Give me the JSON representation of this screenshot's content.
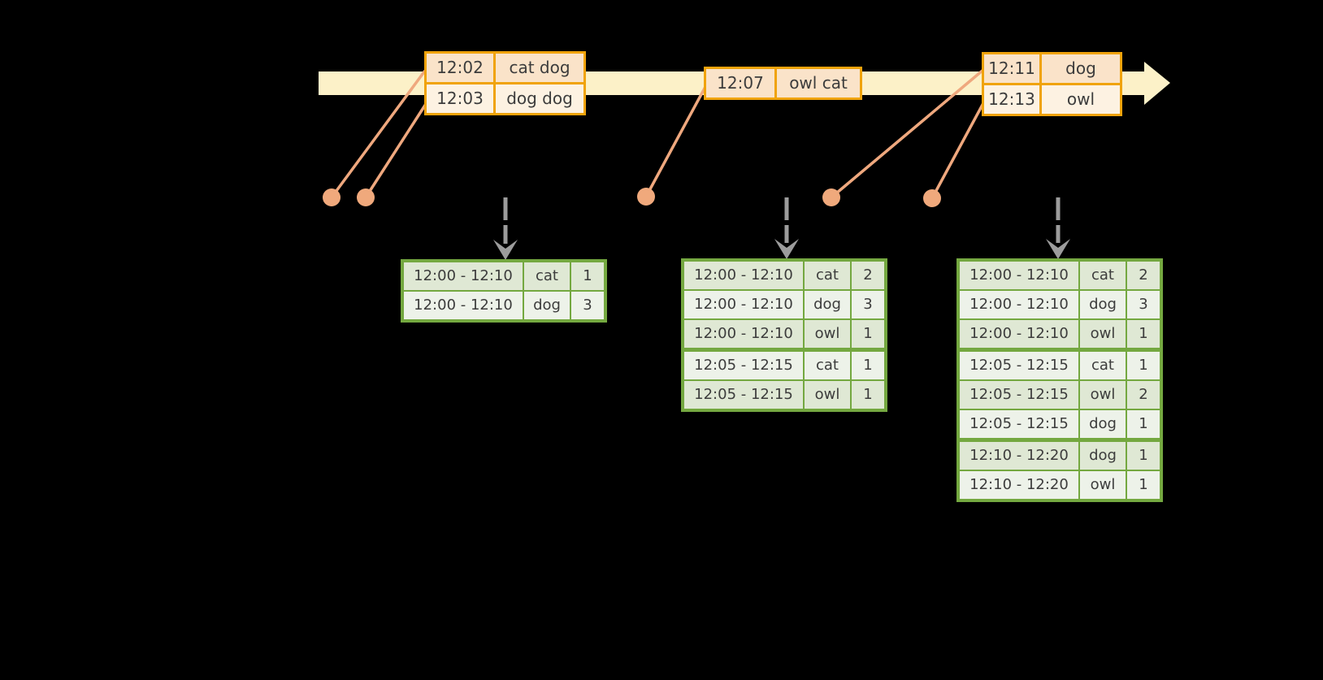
{
  "timeline": {
    "description": "event-time stream arrow",
    "band_color": "#fcf1c8",
    "arrow_color": "#fcf1c8"
  },
  "icons": {
    "timeline_arrowhead": "right-arrow",
    "event_dot": "filled-circle",
    "trigger_arrow": "dashed-down-arrow"
  },
  "colors": {
    "background": "#000000",
    "event_table_border": "#f0a30b",
    "event_row_peach": "#fae3c9",
    "event_row_light": "#fdf2e2",
    "connector_salmon": "#efa87e",
    "result_table_border": "#74a840",
    "result_row_dark": "#dfe8d4",
    "result_row_light": "#edf2e9",
    "trigger_arrow_gray": "#9c9c9c",
    "text": "#3c3c3c"
  },
  "event_tables": [
    {
      "rows": [
        {
          "time": "12:02",
          "words": "cat dog"
        },
        {
          "time": "12:03",
          "words": "dog dog"
        }
      ]
    },
    {
      "rows": [
        {
          "time": "12:07",
          "words": "owl cat"
        }
      ]
    },
    {
      "rows": [
        {
          "time": "12:11",
          "words": "dog"
        },
        {
          "time": "12:13",
          "words": "owl"
        }
      ]
    }
  ],
  "result_tables": [
    {
      "rows": [
        {
          "window": "12:00 - 12:10",
          "word": "cat",
          "count": "1"
        },
        {
          "window": "12:00 - 12:10",
          "word": "dog",
          "count": "3"
        }
      ]
    },
    {
      "rows": [
        {
          "window": "12:00 - 12:10",
          "word": "cat",
          "count": "2"
        },
        {
          "window": "12:00 - 12:10",
          "word": "dog",
          "count": "3"
        },
        {
          "window": "12:00 - 12:10",
          "word": "owl",
          "count": "1"
        },
        {
          "window": "12:05 - 12:15",
          "word": "cat",
          "count": "1"
        },
        {
          "window": "12:05 - 12:15",
          "word": "owl",
          "count": "1"
        }
      ]
    },
    {
      "rows": [
        {
          "window": "12:00 - 12:10",
          "word": "cat",
          "count": "2"
        },
        {
          "window": "12:00 - 12:10",
          "word": "dog",
          "count": "3"
        },
        {
          "window": "12:00 - 12:10",
          "word": "owl",
          "count": "1"
        },
        {
          "window": "12:05 - 12:15",
          "word": "cat",
          "count": "1"
        },
        {
          "window": "12:05 - 12:15",
          "word": "owl",
          "count": "2"
        },
        {
          "window": "12:05 - 12:15",
          "word": "dog",
          "count": "1"
        },
        {
          "window": "12:10 - 12:20",
          "word": "dog",
          "count": "1"
        },
        {
          "window": "12:10 - 12:20",
          "word": "owl",
          "count": "1"
        }
      ]
    }
  ]
}
